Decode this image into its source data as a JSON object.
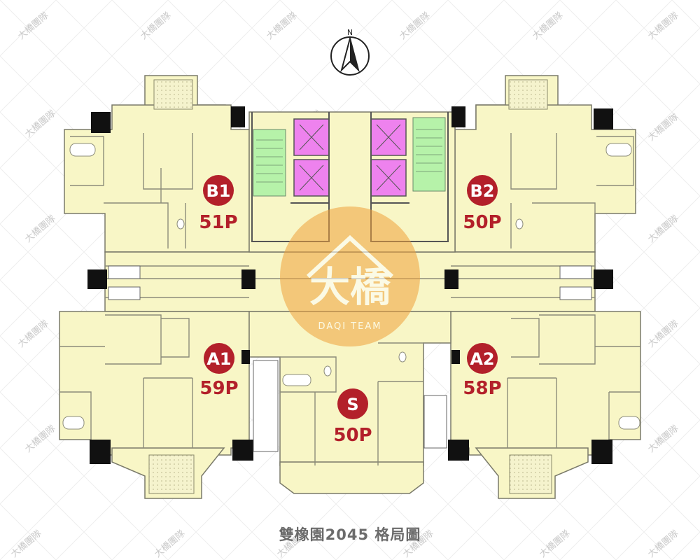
{
  "compass": {
    "label": "N"
  },
  "units": [
    {
      "id": "B1",
      "name": "B1",
      "size": "51P"
    },
    {
      "id": "B2",
      "name": "B2",
      "size": "50P"
    },
    {
      "id": "A1",
      "name": "A1",
      "size": "59P"
    },
    {
      "id": "A2",
      "name": "A2",
      "size": "58P"
    },
    {
      "id": "S",
      "name": "S",
      "size": "50P"
    }
  ],
  "logo": {
    "mark": "大橋",
    "sub": "DAQI TEAM"
  },
  "watermark": {
    "text": "大橋團隊"
  },
  "caption": "雙橡園2045 格局圖",
  "colors": {
    "unit_fill": "#f8f6c6",
    "wall": "#1a1a1a",
    "elevator": "#ee82ee",
    "stair": "#b6f2a9",
    "badge": "#b3202a",
    "logo": "#f0a23c"
  }
}
